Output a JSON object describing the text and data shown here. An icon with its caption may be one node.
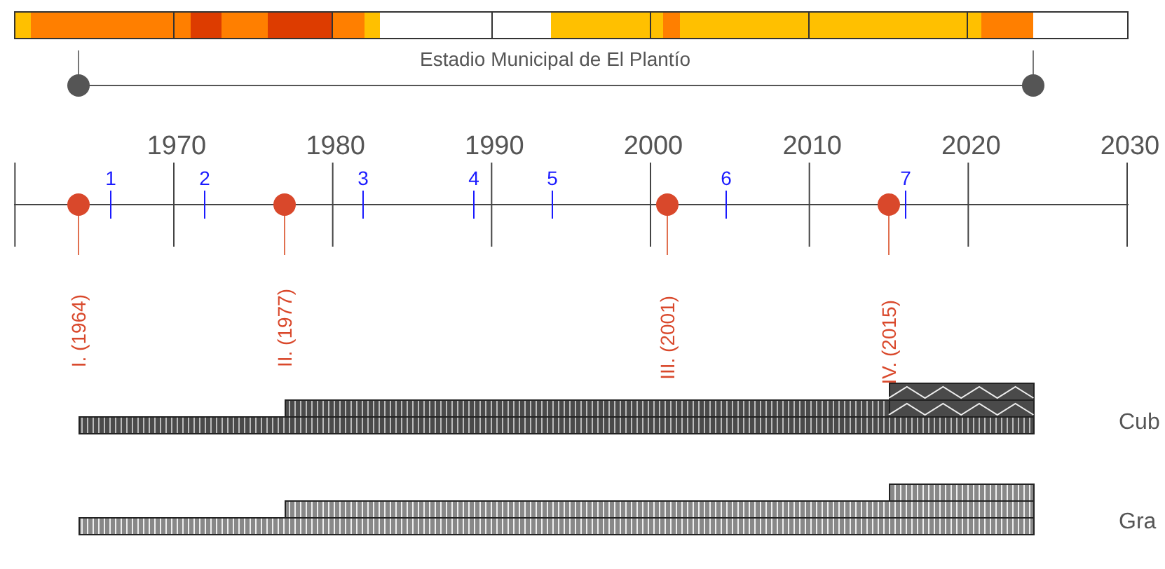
{
  "diagram": {
    "labels": [
      "Estadio Municipal de El Plantío",
      "1970",
      "1980",
      "1990",
      "2000",
      "2010",
      "2020",
      "2030",
      "1",
      "2",
      "3",
      "4",
      "5",
      "6",
      "7",
      "I. (1964)",
      "II. (1977)",
      "III. (2001)",
      "IV. (2015)",
      "Cub",
      "Gra"
    ]
  }
}
